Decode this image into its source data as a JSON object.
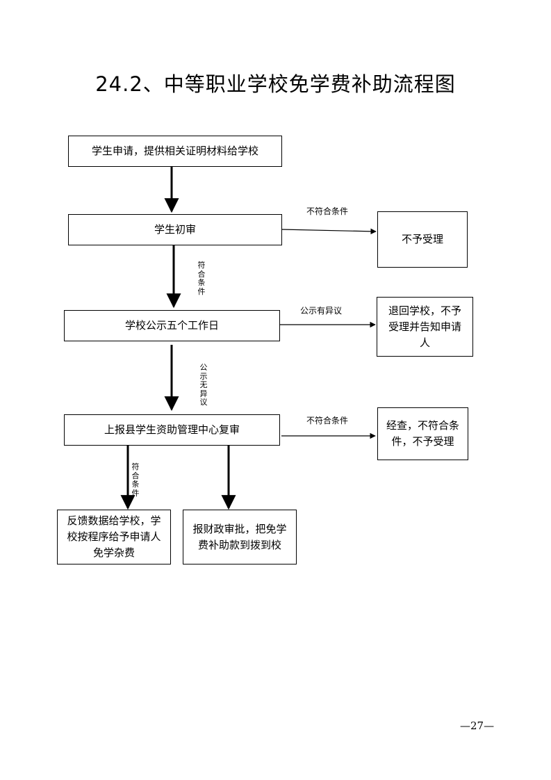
{
  "title": "24.2、中等职业学校免学费补助流程图",
  "nodes": {
    "apply": "学生申请，提供相关证明材料给学校",
    "initial_review": "学生初审",
    "reject1": "不予受理",
    "publicity": "学校公示五个工作日",
    "return_school": "退回学校，不予受理并告知申请人",
    "county_review": "上报县学生资助管理中心复审",
    "reject2": "经查，不符合条件，不予受理",
    "feedback": "反馈数据给学校，学校按程序给予申请人免学杂费",
    "finance": "报财政审批，把免学费补助款到拨到校"
  },
  "labels": {
    "not_qualified_1": "不符合条件",
    "qualified_1": "符合条件",
    "objection": "公示有异议",
    "no_objection": "公示无异议",
    "not_qualified_2": "不符合条件",
    "qualified_2": "符合条件"
  },
  "page_number": "—27—"
}
